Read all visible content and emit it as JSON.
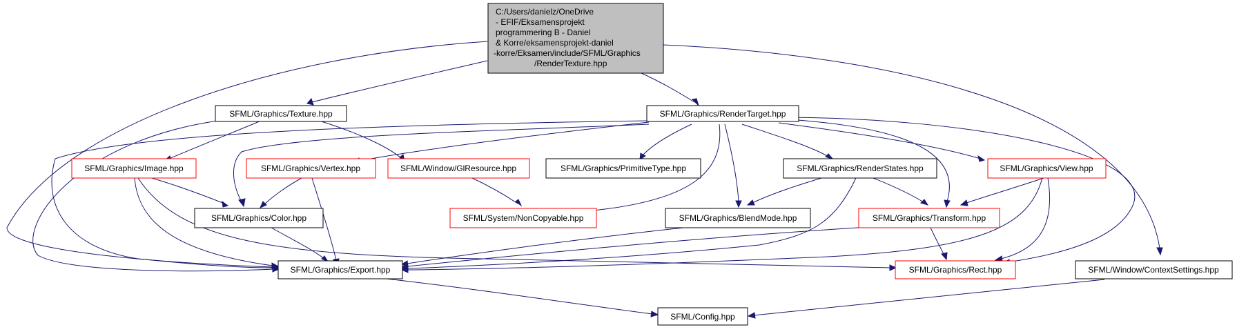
{
  "diagram": {
    "root": {
      "lines": [
        "C:/Users/danielz/OneDrive",
        " - EFIF/Eksamensprojekt",
        " programmering B - Daniel",
        " & Korre/eksamensprojekt-daniel",
        "-korre/Eksamen/include/SFML/Graphics",
        "/RenderTexture.hpp"
      ]
    },
    "nodes": {
      "texture": "SFML/Graphics/Texture.hpp",
      "rendertarget": "SFML/Graphics/RenderTarget.hpp",
      "image": "SFML/Graphics/Image.hpp",
      "vertex": "SFML/Graphics/Vertex.hpp",
      "glresource": "SFML/Window/GlResource.hpp",
      "primitivetype": "SFML/Graphics/PrimitiveType.hpp",
      "renderstates": "SFML/Graphics/RenderStates.hpp",
      "view": "SFML/Graphics/View.hpp",
      "color": "SFML/Graphics/Color.hpp",
      "noncopyable": "SFML/System/NonCopyable.hpp",
      "blendmode": "SFML/Graphics/BlendMode.hpp",
      "transform": "SFML/Graphics/Transform.hpp",
      "export": "SFML/Graphics/Export.hpp",
      "rect": "SFML/Graphics/Rect.hpp",
      "contextsettings": "SFML/Window/ContextSettings.hpp",
      "config": "SFML/Config.hpp"
    }
  },
  "colors": {
    "edge": "#191970",
    "root_fill": "#bfbfbf",
    "node_fill": "#ffffff",
    "documented_border": "#000000",
    "truncated_border": "#ff0000"
  }
}
